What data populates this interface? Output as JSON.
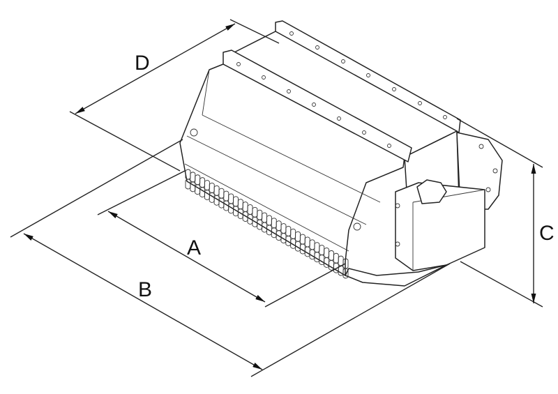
{
  "diagram": {
    "subject": "mulcher-attachment",
    "dimensions": [
      {
        "id": "A",
        "label": "A"
      },
      {
        "id": "B",
        "label": "B"
      },
      {
        "id": "C",
        "label": "C"
      },
      {
        "id": "D",
        "label": "D"
      }
    ],
    "colors": {
      "line": "#222222",
      "background": "#ffffff"
    }
  }
}
